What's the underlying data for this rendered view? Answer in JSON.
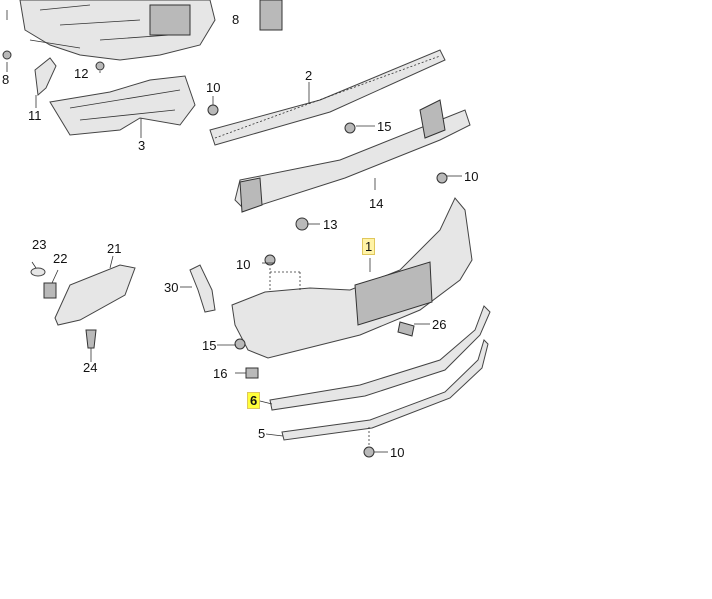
{
  "diagram": {
    "callouts": [
      {
        "id": "c8a",
        "text": "8"
      },
      {
        "id": "c8b",
        "text": "8"
      },
      {
        "id": "c12",
        "text": "12"
      },
      {
        "id": "c11",
        "text": "11"
      },
      {
        "id": "c3",
        "text": "3"
      },
      {
        "id": "c10a",
        "text": "10"
      },
      {
        "id": "c2",
        "text": "2"
      },
      {
        "id": "c15a",
        "text": "15"
      },
      {
        "id": "c10b",
        "text": "10"
      },
      {
        "id": "c14",
        "text": "14"
      },
      {
        "id": "c13",
        "text": "13"
      },
      {
        "id": "c23",
        "text": "23"
      },
      {
        "id": "c22",
        "text": "22"
      },
      {
        "id": "c21",
        "text": "21"
      },
      {
        "id": "c1",
        "text": "1"
      },
      {
        "id": "c10c",
        "text": "10"
      },
      {
        "id": "c30",
        "text": "30"
      },
      {
        "id": "c26",
        "text": "26"
      },
      {
        "id": "c15b",
        "text": "15"
      },
      {
        "id": "c24",
        "text": "24"
      },
      {
        "id": "c16",
        "text": "16"
      },
      {
        "id": "c6",
        "text": "6"
      },
      {
        "id": "c5",
        "text": "5"
      },
      {
        "id": "c10d",
        "text": "10"
      }
    ],
    "colors": {
      "highlight": "#fff3a6",
      "highlight_active": "#ffff3a",
      "part_fill": "#e6e6e6",
      "line": "#333333"
    }
  }
}
